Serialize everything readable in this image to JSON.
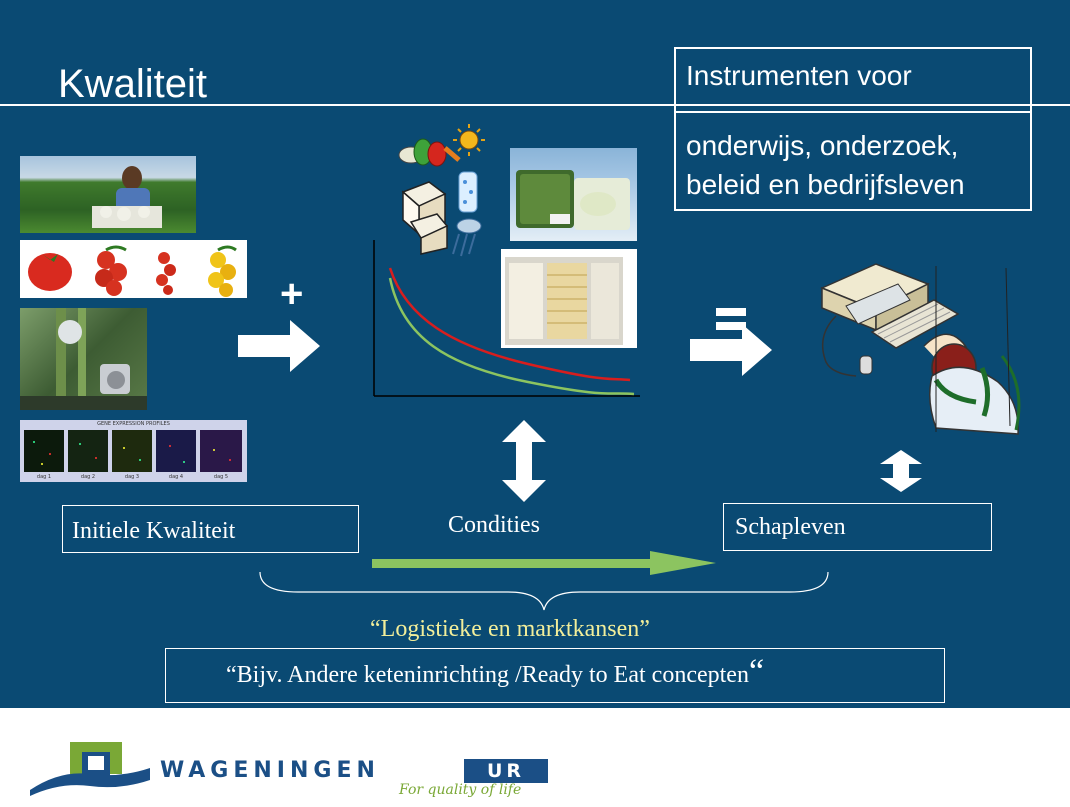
{
  "slide": {
    "title": "Kwaliteit",
    "instruments_heading": "Instrumenten voor",
    "instruments_line1": "onderwijs, onderzoek,",
    "instruments_line2": "beleid en bedrijfsleven",
    "plus_sign": "+",
    "equals_sign": "=",
    "initial_quality_label": "Initiele Kwaliteit",
    "conditions_label": "Condities",
    "shelf_life_label": "Schapleven",
    "logistics_label": "“Logistieke  en marktkansen”",
    "example_text": "“Bijv. Andere keteninrichting /Ready to Eat concepten",
    "example_close_quote": "“",
    "microarray_title": "GENE EXPRESSION PROFILES",
    "microarray_days": [
      "dag 1",
      "dag 2",
      "dag 3",
      "dag 4",
      "dag 5"
    ]
  },
  "footer": {
    "brand_name": "WAGENINGEN",
    "brand_suffix": "UR",
    "tagline": "For quality of life"
  },
  "colors": {
    "background": "#0a4a73",
    "white": "#ffffff",
    "green_arrow": "#8cc460",
    "logistics_text": "#f2ee9a",
    "curve_red": "#d81e1e",
    "curve_green": "#8cc460",
    "brand_blue": "#1b4f86",
    "brand_green": "#7aa836"
  }
}
